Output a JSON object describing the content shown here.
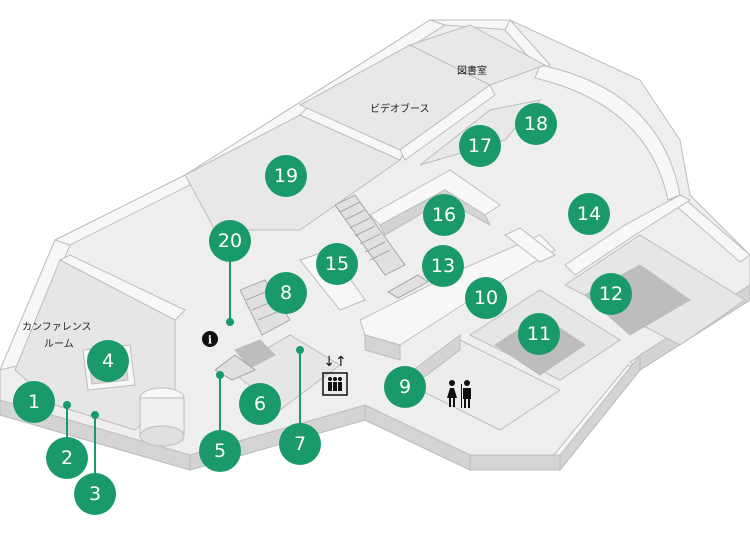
{
  "labels": {
    "conference_line1": "カンファレンス",
    "conference_line2": "ルーム",
    "video_booth": "ビデオブース",
    "library": "図書室"
  },
  "markers": [
    {
      "n": "1"
    },
    {
      "n": "2"
    },
    {
      "n": "3"
    },
    {
      "n": "4"
    },
    {
      "n": "5"
    },
    {
      "n": "6"
    },
    {
      "n": "7"
    },
    {
      "n": "8"
    },
    {
      "n": "9"
    },
    {
      "n": "10"
    },
    {
      "n": "11"
    },
    {
      "n": "12"
    },
    {
      "n": "13"
    },
    {
      "n": "14"
    },
    {
      "n": "15"
    },
    {
      "n": "16"
    },
    {
      "n": "17"
    },
    {
      "n": "18"
    },
    {
      "n": "19"
    },
    {
      "n": "20"
    }
  ],
  "colors": {
    "marker": "#1a9a6a",
    "floor": "#eeeeee",
    "wall_top": "#f7f7f7",
    "wall_side": "#d4d4d4",
    "outline": "#bdbdbd"
  },
  "icons": [
    "info-icon",
    "elevator-icon",
    "restroom-icon"
  ]
}
